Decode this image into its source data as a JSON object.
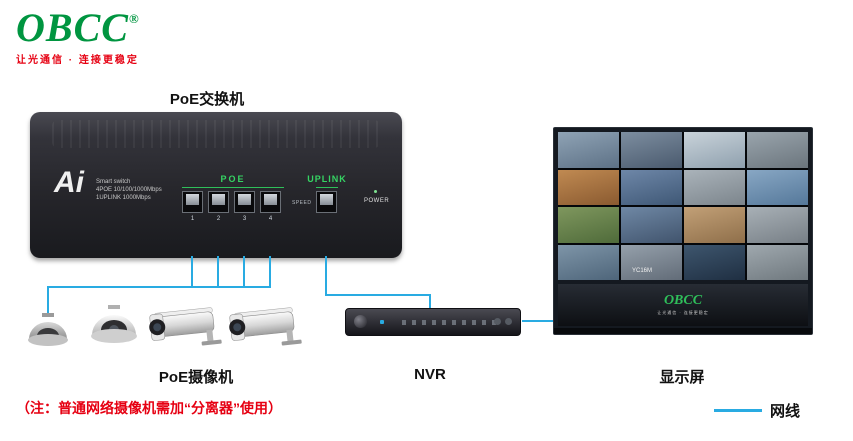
{
  "logo": {
    "text": "OBCC",
    "registered": "®",
    "tagline": "让光通信 · 连接更稳定",
    "color": "#009540",
    "tagline_color": "#e60012"
  },
  "labels": {
    "switch": "PoE交换机",
    "cameras": "PoE摄像机",
    "nvr": "NVR",
    "display": "显示屏"
  },
  "switch": {
    "brand": "Ai",
    "desc_lines": [
      "Smart switch",
      "4POE 10/100/1000Mbps",
      "1UPLINK 1000Mbps"
    ],
    "poe_label": "POE",
    "uplink_label": "UPLINK",
    "speed_label": "SPEED",
    "power_label": "POWER",
    "ports": [
      "1",
      "2",
      "3",
      "4"
    ]
  },
  "display": {
    "logo": "OBCC",
    "logo_tagline": "让光通信 · 连接更稳定",
    "watermark": "YC16M",
    "cells": [
      {
        "from": "#8fa3b5",
        "to": "#5d7186"
      },
      {
        "from": "#7d8ea0",
        "to": "#4a5a6e"
      },
      {
        "from": "#c9d3da",
        "to": "#8fa0ae"
      },
      {
        "from": "#9aa5ad",
        "to": "#6b757d"
      },
      {
        "from": "#c08a52",
        "to": "#8a5a30"
      },
      {
        "from": "#6e87a8",
        "to": "#3f5876"
      },
      {
        "from": "#aab3ba",
        "to": "#7c858c"
      },
      {
        "from": "#88a7c4",
        "to": "#55789a"
      },
      {
        "from": "#7f975e",
        "to": "#4f6b3a"
      },
      {
        "from": "#6f88a5",
        "to": "#41546d"
      },
      {
        "from": "#c2a077",
        "to": "#8f6f4a"
      },
      {
        "from": "#a8b0b6",
        "to": "#777f86"
      },
      {
        "from": "#7e95a8",
        "to": "#4e657a"
      },
      {
        "from": "#95a0ab",
        "to": "#626c78"
      },
      {
        "from": "#3e566e",
        "to": "#1f2f42"
      },
      {
        "from": "#9fa8ae",
        "to": "#6f787e"
      }
    ]
  },
  "note": {
    "text": "（注：普通网络摄像机需加“分离器”使用）",
    "color": "#e60012"
  },
  "legend": {
    "label": "网线",
    "cable_color": "#29abe2"
  }
}
